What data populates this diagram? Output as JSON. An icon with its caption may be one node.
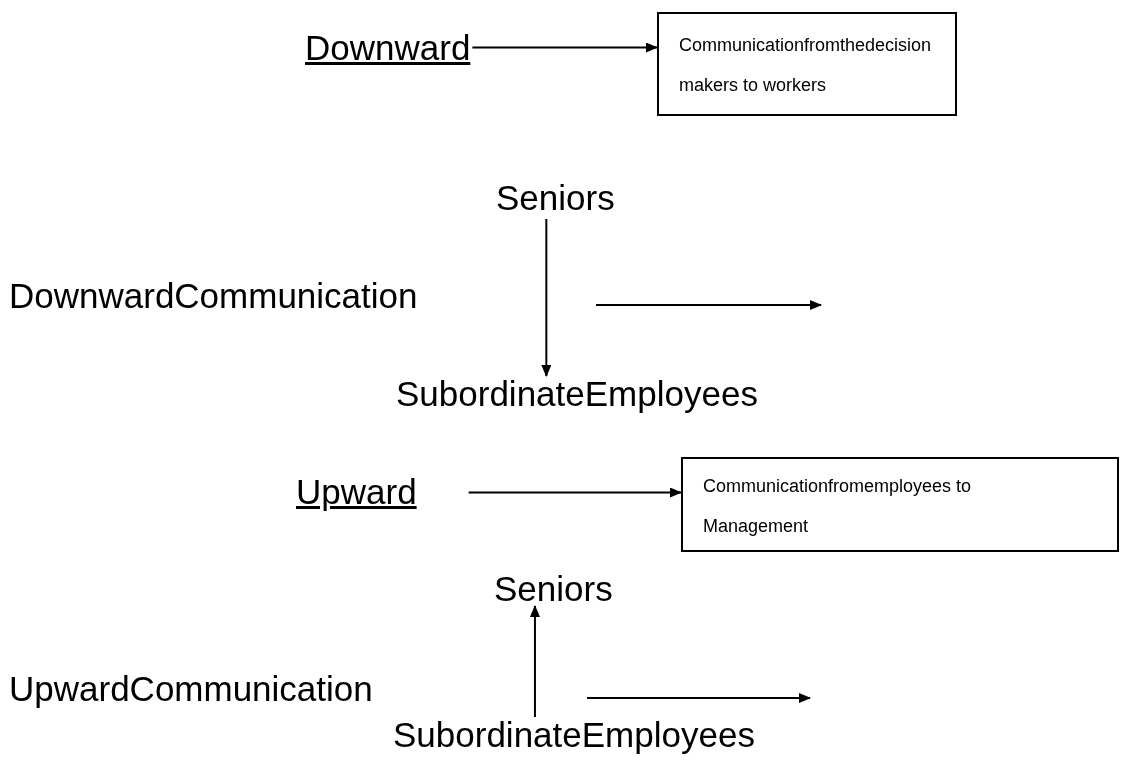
{
  "diagram": {
    "nodes": [
      {
        "text": [
          "Downward"
        ]
      },
      {
        "text": [
          "Communicationfromthedecision makers to workers"
        ]
      },
      {
        "text": [
          "Seniors"
        ]
      },
      {
        "text": [
          "DownwardCommunication"
        ]
      },
      {
        "text": [
          "SubordinateEmployees"
        ]
      },
      {
        "text": [
          "Upward"
        ]
      },
      {
        "text": [
          "Communicationfromemployees to Management"
        ]
      },
      {
        "text": [
          "Seniors"
        ]
      },
      {
        "text": [
          "UpwardCommunication"
        ]
      },
      {
        "text": [
          "SubordinateEmployees"
        ]
      }
    ],
    "edges": [
      {
        "from": 0,
        "to": 1,
        "arrow": "to"
      },
      {
        "from": 2,
        "to": 4,
        "arrow": "to"
      },
      {
        "from": 5,
        "to": 6,
        "arrow": "to"
      },
      {
        "from": 9,
        "to": 7,
        "arrow": "to"
      }
    ]
  }
}
